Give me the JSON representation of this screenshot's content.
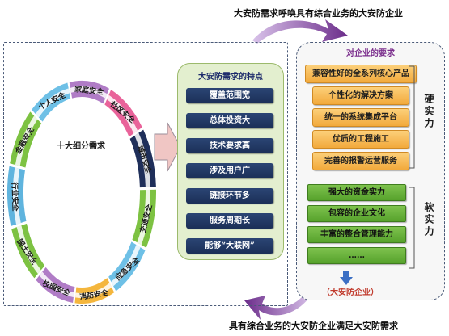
{
  "captions": {
    "top": "大安防需求呼唤具有综合业务的大安防企业",
    "bottom": "具有综合业务的大安防企业满足大安防需求"
  },
  "ring": {
    "center_label": "十大细分需求",
    "segments": [
      {
        "label": "金融安全",
        "color": "#7dc242"
      },
      {
        "label": "个人安全",
        "color": "#6ec0e6"
      },
      {
        "label": "家庭安全",
        "color": "#b07cc6"
      },
      {
        "label": "社区安全",
        "color": "#e9639a"
      },
      {
        "label": "城市安全",
        "color": "#1f2f5a"
      },
      {
        "label": "交通安全",
        "color": "#7dc242"
      },
      {
        "label": "应急安全",
        "color": "#6ec0e6"
      },
      {
        "label": "消防安全",
        "color": "#f4b63d"
      },
      {
        "label": "校园安全",
        "color": "#b07cc6"
      },
      {
        "label": "国土安全",
        "color": "#7dc242"
      },
      {
        "label": "行业安全",
        "color": "#5fb4de"
      }
    ]
  },
  "features": {
    "title": "大安防需求的特点",
    "items": [
      "覆盖范围宽",
      "总体投资大",
      "技术要求高",
      "涉及用户广",
      "链接环节多",
      "服务周期长",
      "能够“大联网”"
    ]
  },
  "requirements": {
    "title": "对企业的要求",
    "hard_label": "硬实力",
    "soft_label": "软实力",
    "hard_items": [
      "兼容性好的全系列核心产品",
      "个性化的解决方案",
      "统一的系统集成平台",
      "优质的工程施工",
      "完善的报警运营服务"
    ],
    "soft_items": [
      "强大的资金实力",
      "包容的企业文化",
      "丰富的整合管理能力",
      "……"
    ],
    "result": "（大安防企业）"
  }
}
